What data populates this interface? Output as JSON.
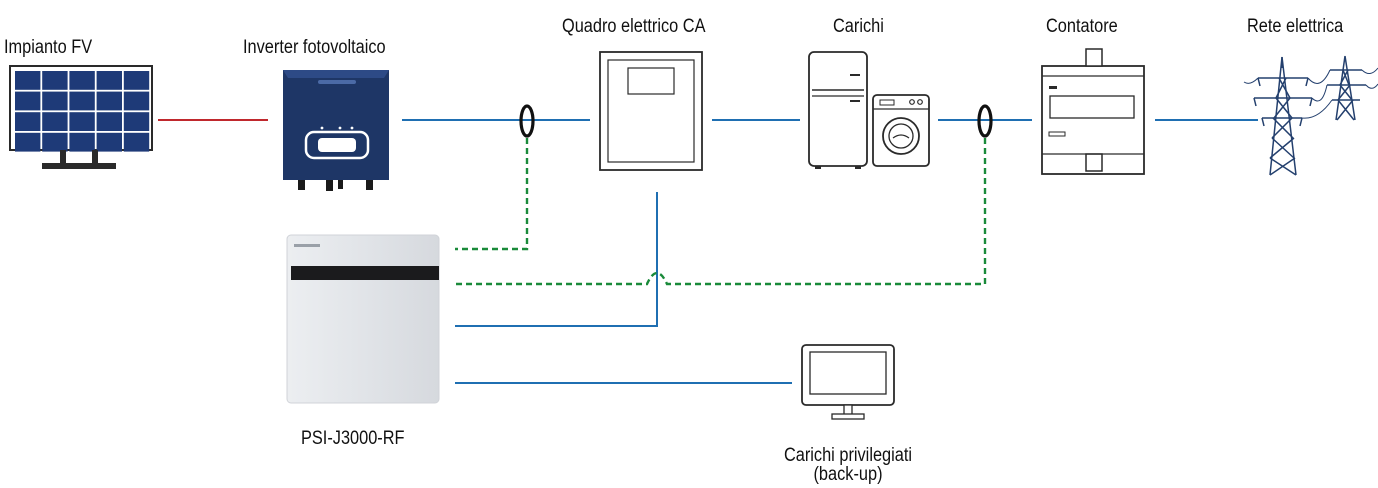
{
  "labels": {
    "pv_array": "Impianto FV",
    "pv_inverter": "Inverter fotovoltaico",
    "ac_panel": "Quadro elettrico CA",
    "loads": "Carichi",
    "meter": "Contatore",
    "grid": "Rete elettrica",
    "storage": "PSI-J3000-RF",
    "backup_loads_line1": "Carichi privilegiati",
    "backup_loads_line2": "(back-up)"
  },
  "colors": {
    "dc_line": "#c0282d",
    "ac_line": "#1f6fb2",
    "comm_line": "#1a8a3a",
    "inverter_body": "#1e3666",
    "panel_cell": "#1e3a78",
    "pylon": "#24406e",
    "outline": "#2a2a2a",
    "battery_body": "#e4e6ea"
  },
  "icons": {
    "pv_array": "solar-panel-icon",
    "pv_inverter": "inverter-icon",
    "ac_panel": "electrical-panel-icon",
    "fridge": "refrigerator-icon",
    "washer": "washing-machine-icon",
    "meter": "electric-meter-icon",
    "grid": "power-pylon-icon",
    "storage": "battery-storage-icon",
    "backup": "monitor-icon",
    "ct_sensor": "current-clamp-icon"
  }
}
